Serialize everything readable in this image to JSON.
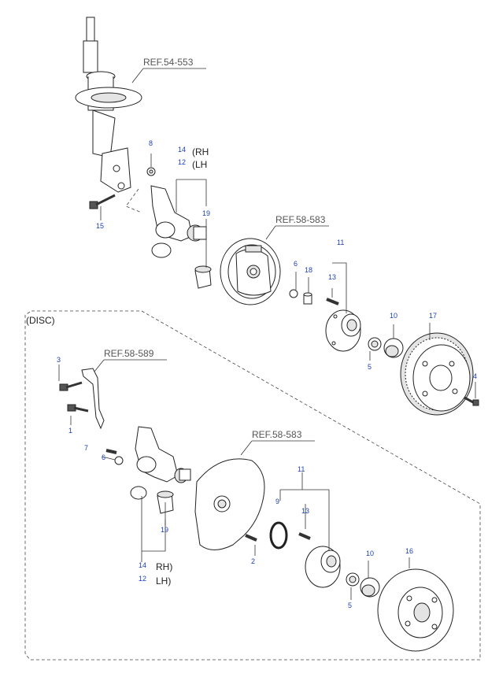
{
  "refs": {
    "strut": "REF.54-553",
    "drum_backing": "REF.58-583",
    "abs_sensor": "REF.58-589",
    "disc_shield": "REF.58-583"
  },
  "section_label": "(DISC)",
  "side_labels": {
    "top_rh": "(RH",
    "top_lh": "(LH",
    "bottom_rh": "RH)",
    "bottom_lh": "LH)"
  },
  "part_numbers": {
    "top_8": "8",
    "top_14": "14",
    "top_12": "12",
    "top_19": "19",
    "top_15": "15",
    "top_6": "6",
    "top_18": "18",
    "top_11": "11",
    "top_13": "13",
    "top_10": "10",
    "top_17": "17",
    "top_5": "5",
    "top_4": "4",
    "bot_3": "3",
    "bot_1": "1",
    "bot_7": "7",
    "bot_6": "6",
    "bot_19": "19",
    "bot_14": "14",
    "bot_12": "12",
    "bot_2": "2",
    "bot_11": "11",
    "bot_9": "9",
    "bot_13": "13",
    "bot_10": "10",
    "bot_16": "16",
    "bot_5": "5"
  }
}
